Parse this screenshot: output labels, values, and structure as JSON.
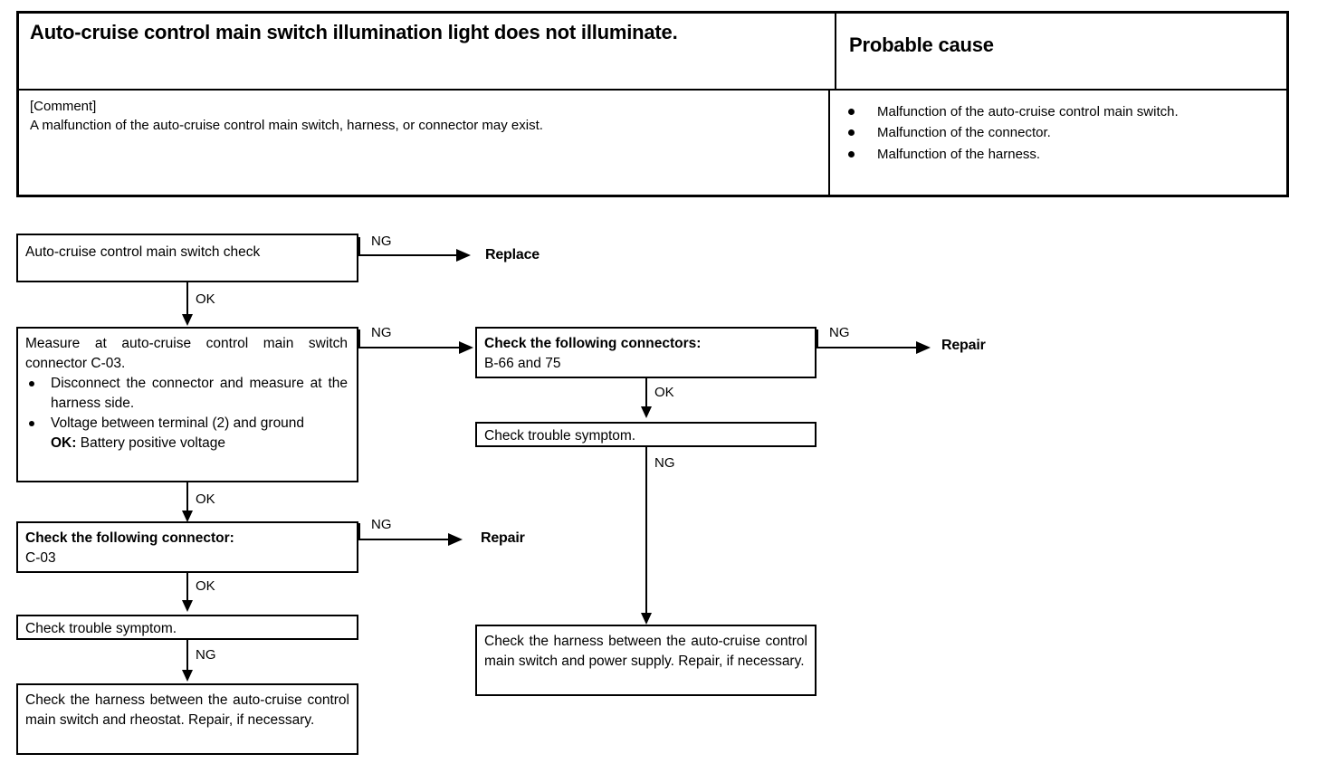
{
  "symptom_table": {
    "title": "Auto-cruise control main switch illumination light does not illuminate.",
    "cause_header": "Probable cause",
    "comment_label": "[Comment]",
    "comment_text": "A malfunction of the auto-cruise control main switch, harness, or connector may exist.",
    "causes": [
      "Malfunction of the auto-cruise control main switch.",
      "Malfunction of the connector.",
      "Malfunction of the harness."
    ]
  },
  "flow": {
    "box1": {
      "text": "Auto-cruise control main switch check"
    },
    "box2": {
      "line1": "Measure at auto-cruise control main switch connector C-03.",
      "bullet1": "Disconnect the connector and measure at the harness side.",
      "bullet2": "Voltage between terminal (2) and ground",
      "bullet2_ok_label": "OK:",
      "bullet2_ok_value": "Battery positive voltage"
    },
    "box3": {
      "line1": "Check the following connector:",
      "line2": "C-03"
    },
    "box4": {
      "text": "Check trouble symptom."
    },
    "box5": {
      "text": "Check the harness between the auto-cruise control main switch and rheostat.  Repair, if necessary."
    },
    "box6": {
      "line1": "Check the following connectors:",
      "line2": "B-66 and 75"
    },
    "box7": {
      "text": "Check trouble symptom."
    },
    "box8": {
      "text": "Check the harness between the auto-cruise control main switch and power supply. Repair, if necessary."
    },
    "terminals": {
      "replace": "Replace",
      "repair_left": "Repair",
      "repair_right": "Repair"
    },
    "edge_labels": {
      "ng1": "NG",
      "ok1": "OK",
      "ng2": "NG",
      "ok2": "OK",
      "ng3": "NG",
      "ok3": "OK",
      "ng4": "NG",
      "ng5": "NG",
      "ok5": "OK",
      "ng6": "NG"
    }
  },
  "colors": {
    "ink": "#000000",
    "paper": "#ffffff"
  }
}
